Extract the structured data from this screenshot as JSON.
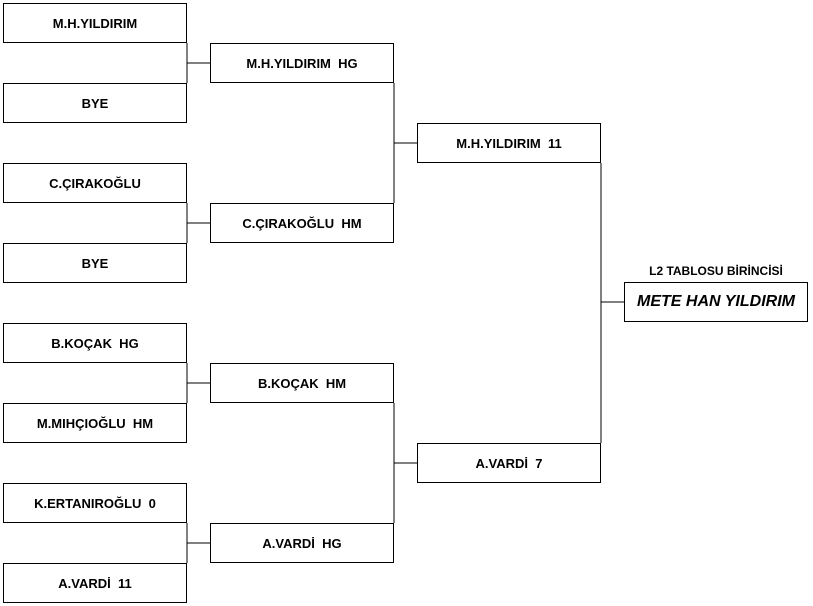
{
  "bracket": {
    "round1": [
      "M.H.YILDIRIM",
      "BYE",
      "C.ÇIRAKOĞLU",
      "BYE",
      "B.KOÇAK  HG",
      "M.MIHÇIOĞLU  HM",
      "K.ERTANIROĞLU  0",
      "A.VARDİ  11"
    ],
    "round2": [
      "M.H.YILDIRIM  HG",
      "C.ÇIRAKOĞLU  HM",
      "B.KOÇAK  HM",
      "A.VARDİ  HG"
    ],
    "round3": [
      "M.H.YILDIRIM  11",
      "A.VARDİ  7"
    ],
    "winner": {
      "title": "L2 TABLOSU BİRİNCİSİ",
      "name": "METE HAN YILDIRIM"
    }
  }
}
